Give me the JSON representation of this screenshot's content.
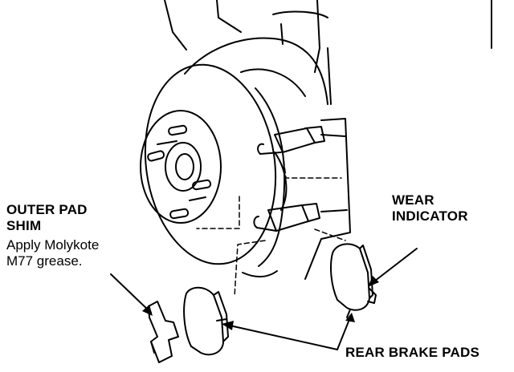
{
  "labels": {
    "outer_pad_title_line1": "OUTER PAD",
    "outer_pad_title_line2": "SHIM",
    "outer_pad_note_line1": "Apply Molykote",
    "outer_pad_note_line2": "M77 grease.",
    "wear_indicator_line1": "WEAR",
    "wear_indicator_line2": "INDICATOR",
    "rear_brake_pads": "REAR BRAKE PADS"
  },
  "colors": {
    "ink": "#000000",
    "paper": "#ffffff"
  }
}
